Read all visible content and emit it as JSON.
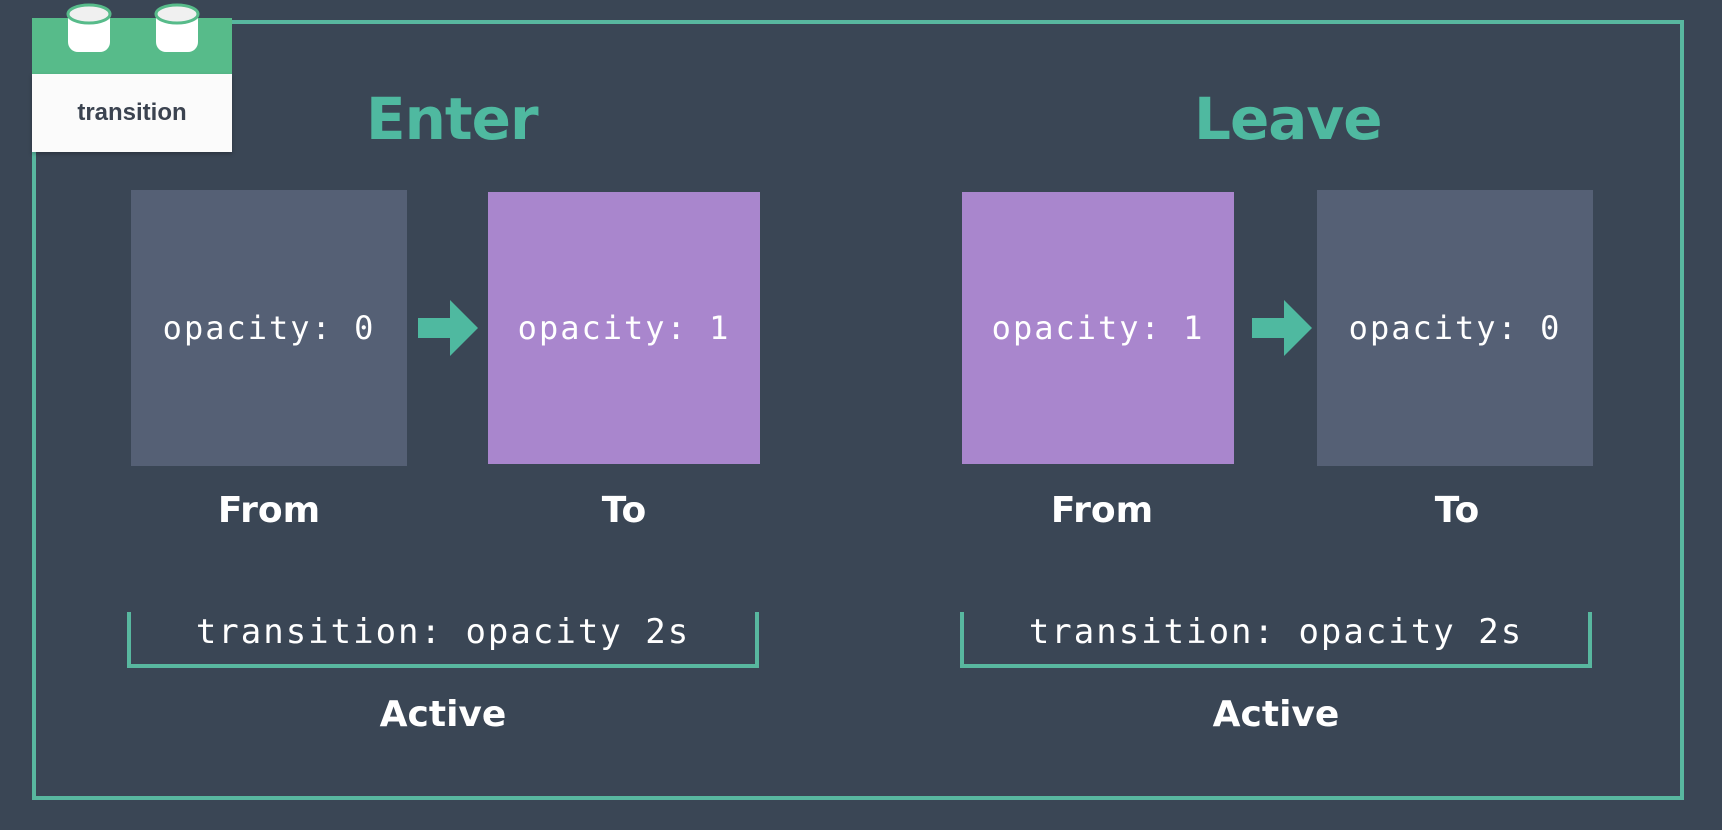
{
  "tab": {
    "label": "transition"
  },
  "enter": {
    "title": "Enter",
    "from": {
      "text": "opacity: 0",
      "caption": "From"
    },
    "to": {
      "text": "opacity: 1",
      "caption": "To"
    },
    "active": {
      "code": "transition: opacity 2s",
      "label": "Active"
    }
  },
  "leave": {
    "title": "Leave",
    "from": {
      "text": "opacity: 1",
      "caption": "From"
    },
    "to": {
      "text": "opacity: 0",
      "caption": "To"
    },
    "active": {
      "code": "transition: opacity 2s",
      "label": "Active"
    }
  },
  "colors": {
    "background": "#3a4655",
    "accent": "#58b79f",
    "transparent_box": "#556075",
    "opaque_box": "#a986cd"
  },
  "icons": [
    "transition-tab-ring-icon",
    "right-arrow-icon"
  ]
}
